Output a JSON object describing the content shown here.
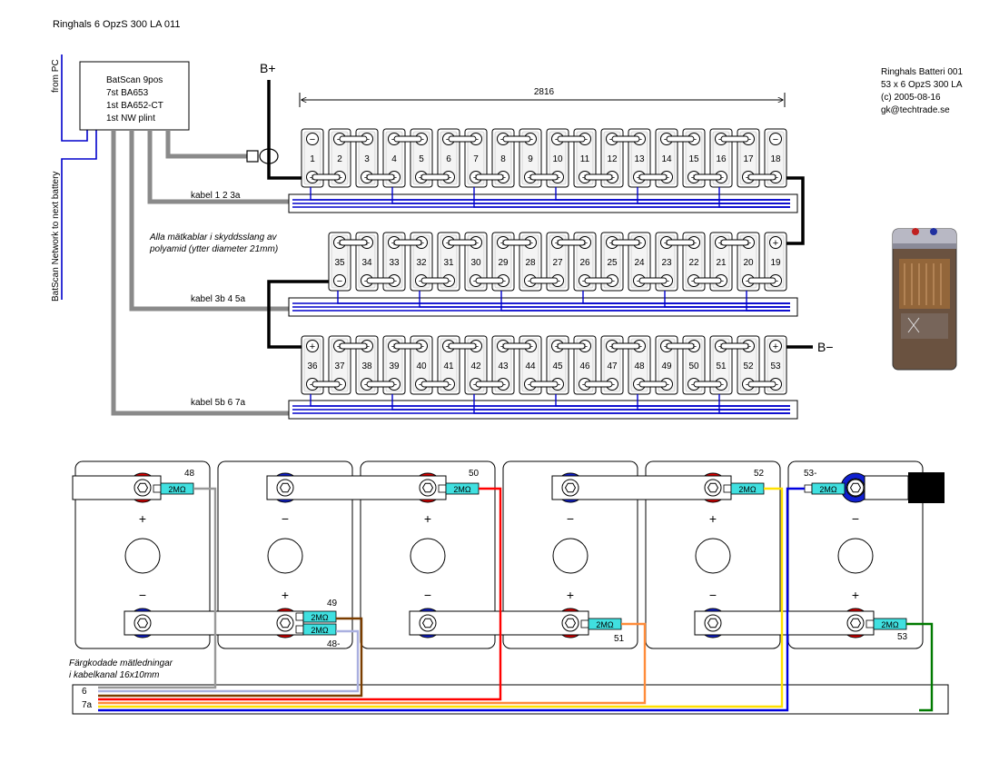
{
  "title": "Ringhals 6 OpzS 300 LA 011",
  "info": {
    "lines": [
      "Ringhals Batteri 001",
      "53 x 6 OpzS 300 LA",
      "(c) 2005-08-16",
      "gk@techtrade.se"
    ]
  },
  "side_labels": {
    "from_pc": "from PC",
    "network": "BatScan Network to next battery"
  },
  "batscan": {
    "lines": [
      "BatScan 9pos",
      "7st BA653",
      "1st BA652-CT",
      "1st NW plint"
    ]
  },
  "terminals": {
    "positive": "B+",
    "negative": "B−"
  },
  "dimension": {
    "value": "2816"
  },
  "rows": [
    {
      "cells": [
        "1",
        "2",
        "3",
        "4",
        "5",
        "6",
        "7",
        "8",
        "9",
        "10",
        "11",
        "12",
        "13",
        "14",
        "15",
        "16",
        "17",
        "18"
      ]
    },
    {
      "cells": [
        "35",
        "34",
        "33",
        "32",
        "31",
        "30",
        "29",
        "28",
        "27",
        "26",
        "25",
        "24",
        "23",
        "22",
        "21",
        "20",
        "19"
      ]
    },
    {
      "cells": [
        "36",
        "37",
        "38",
        "39",
        "40",
        "41",
        "42",
        "43",
        "44",
        "45",
        "46",
        "47",
        "48",
        "49",
        "50",
        "51",
        "52",
        "53"
      ]
    }
  ],
  "cables": [
    "kabel 1 2 3a",
    "kabel 3b 4 5a",
    "kabel 5b 6 7a"
  ],
  "note": {
    "lines": [
      "Alla mätkablar i skyddsslang av",
      "polyamid (ytter diameter 21mm)"
    ]
  },
  "detail": {
    "resistor": "2MΩ",
    "labels": [
      "48",
      "50",
      "52",
      "53-",
      "49",
      "48-",
      "51",
      "53"
    ],
    "caption": [
      "Färgkodade mätledningar",
      "i kabelkanal 16x10mm"
    ],
    "channel_labels": [
      "6",
      "7a"
    ],
    "wire_colors": [
      "#999999",
      "#aab0e0",
      "#7a3d00",
      "#ff0000",
      "#ff8c3a",
      "#ffe000",
      "#0000e0",
      "#007a00"
    ]
  },
  "colors": {
    "plus_red": "#e00000",
    "minus_blue": "#1020d0",
    "cyan": "#40e0e0",
    "gray_cable": "#8a8a8a",
    "blue_wire": "#0000cc"
  }
}
